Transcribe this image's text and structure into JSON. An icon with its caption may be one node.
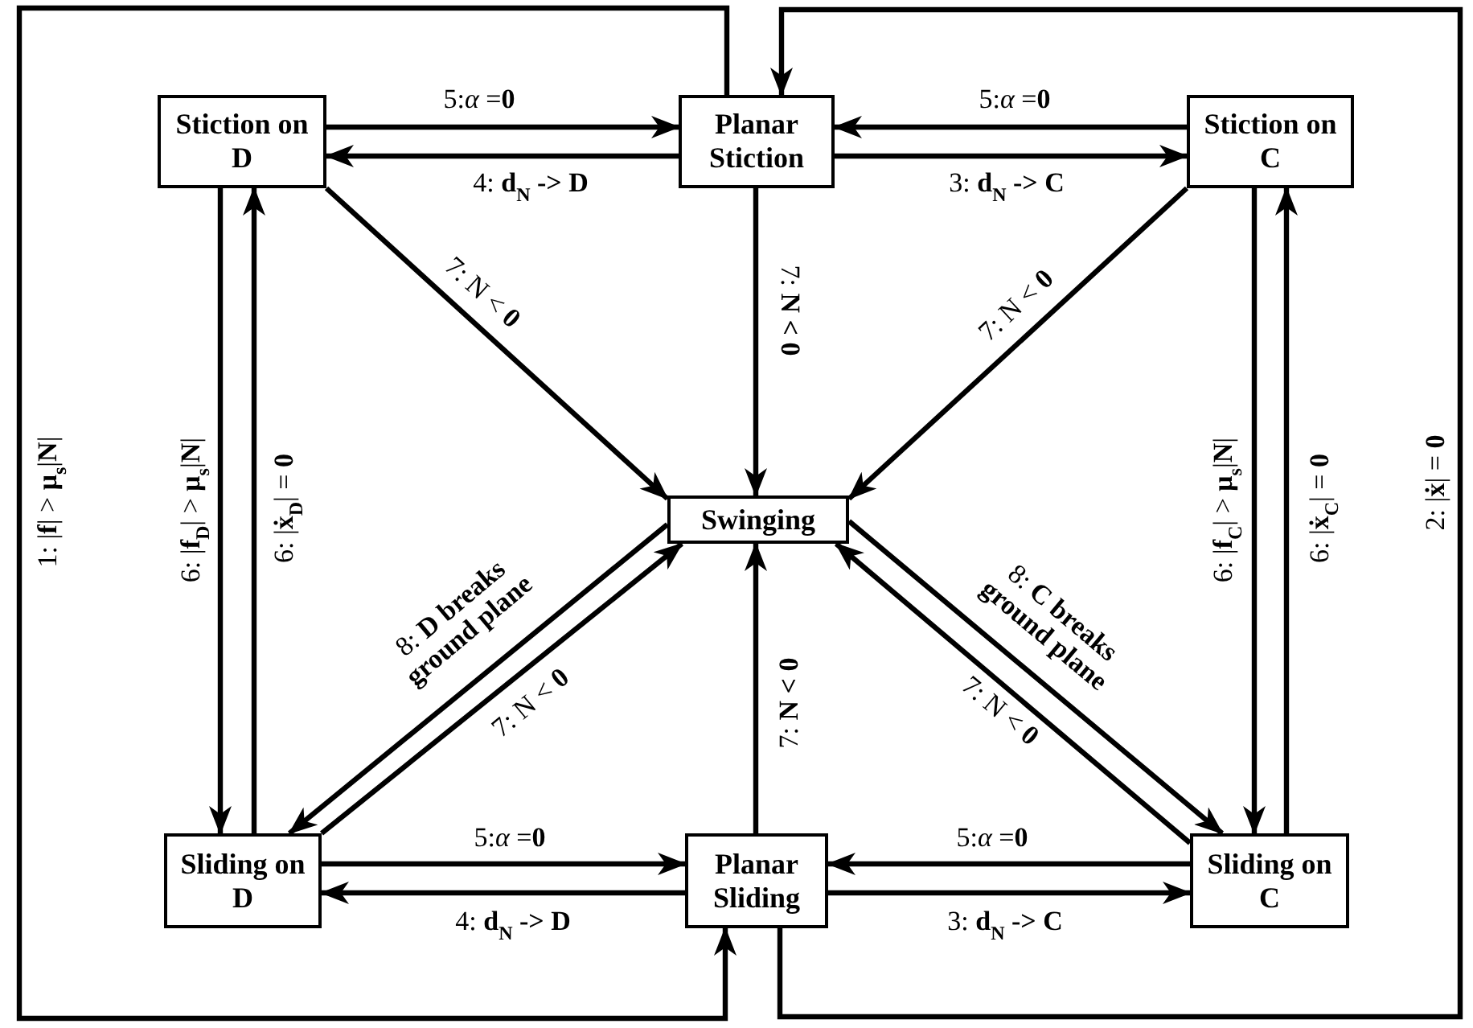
{
  "diagram": {
    "nodes": [
      {
        "text": [
          "Stiction on D"
        ]
      },
      {
        "text": [
          "Planar Stiction"
        ]
      },
      {
        "text": [
          "Stiction on C"
        ]
      },
      {
        "text": [
          "Swinging"
        ]
      },
      {
        "text": [
          "Sliding on D"
        ]
      },
      {
        "text": [
          "Planar Sliding"
        ]
      },
      {
        "text": [
          "Sliding on C"
        ]
      }
    ],
    "edges": [
      {
        "from": 0,
        "to": 1,
        "arrow": "to",
        "label": "5:*α* =**0**"
      },
      {
        "from": 1,
        "to": 0,
        "arrow": "to",
        "label": "4: **d**$_{N}$ **-> D**"
      },
      {
        "from": 2,
        "to": 1,
        "arrow": "to",
        "label": "5:*α* =**0**"
      },
      {
        "from": 1,
        "to": 2,
        "arrow": "to",
        "label": "3: **d**$_{N}$ **-> C**"
      },
      {
        "from": 0,
        "to": 3,
        "arrow": "to",
        "label": "7: N < **0**"
      },
      {
        "from": 1,
        "to": 3,
        "arrow": "to",
        "label": "7: **N < 0**"
      },
      {
        "from": 2,
        "to": 3,
        "arrow": "to",
        "label": "7: N < **0**"
      },
      {
        "from": 0,
        "to": 4,
        "arrow": "to",
        "label": "6: |**f**$_{D}$| > **μ**$_{s}$|**N**|"
      },
      {
        "from": 4,
        "to": 0,
        "arrow": "to",
        "label": "6: |**ẋ**$_{D}$| = **0**"
      },
      {
        "from": 2,
        "to": 6,
        "arrow": "to",
        "label": "6: |**f**$_{C}$| > **μ**$_{s}$|**N**|"
      },
      {
        "from": 6,
        "to": 2,
        "arrow": "to",
        "label": "6: |**ẋ**$_{C}$| = **0**"
      },
      {
        "from": 3,
        "to": 4,
        "arrow": "to",
        "label": "8: **D breaks ground plane**"
      },
      {
        "from": 4,
        "to": 3,
        "arrow": "to",
        "label": "7: N < **0**"
      },
      {
        "from": 3,
        "to": 6,
        "arrow": "to",
        "label": "8: **C breaks ground plane**"
      },
      {
        "from": 6,
        "to": 3,
        "arrow": "to",
        "label": "7: N < **0**"
      },
      {
        "from": 5,
        "to": 3,
        "arrow": "to",
        "label": "7: **N < 0**"
      },
      {
        "from": 4,
        "to": 5,
        "arrow": "to",
        "label": "5:*α* =**0**"
      },
      {
        "from": 5,
        "to": 4,
        "arrow": "to",
        "label": "4: **d**$_{N}$ **-> D**"
      },
      {
        "from": 6,
        "to": 5,
        "arrow": "to",
        "label": "5:*α* =**0**"
      },
      {
        "from": 5,
        "to": 6,
        "arrow": "to",
        "label": "3: **d**$_{N}$ **-> C**"
      },
      {
        "from": 1,
        "to": 5,
        "arrow": "to",
        "label": "1: |**f**| > **μ**$_{s}$|**N**|"
      },
      {
        "from": 5,
        "to": 1,
        "arrow": "to",
        "label": "2: |**ẋ**| = **0**"
      }
    ]
  }
}
